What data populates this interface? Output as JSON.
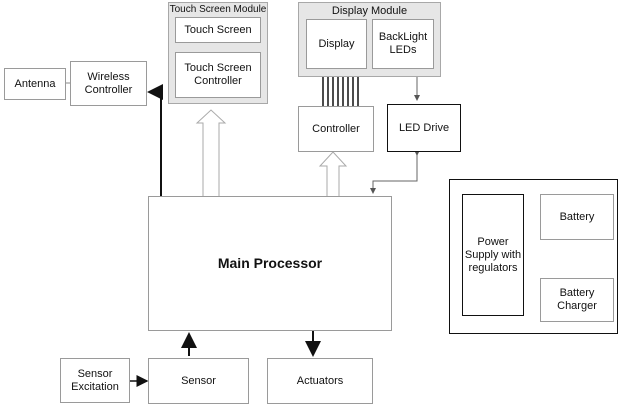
{
  "blocks": {
    "antenna": "Antenna",
    "wireless": "Wireless\nController",
    "touch_module_title": "Touch Screen Module",
    "touch_screen": "Touch Screen",
    "touch_controller": "Touch Screen\nController",
    "display_module_title": "Display Module",
    "display": "Display",
    "backlight": "BackLight\nLEDs",
    "controller": "Controller",
    "led_drive": "LED Drive",
    "main_processor": "Main Processor",
    "power_supply": "Power\nSupply with\nregulators",
    "battery": "Battery",
    "battery_charger": "Battery\nCharger",
    "sensor_excitation": "Sensor\nExcitation",
    "sensor": "Sensor",
    "actuators": "Actuators"
  }
}
